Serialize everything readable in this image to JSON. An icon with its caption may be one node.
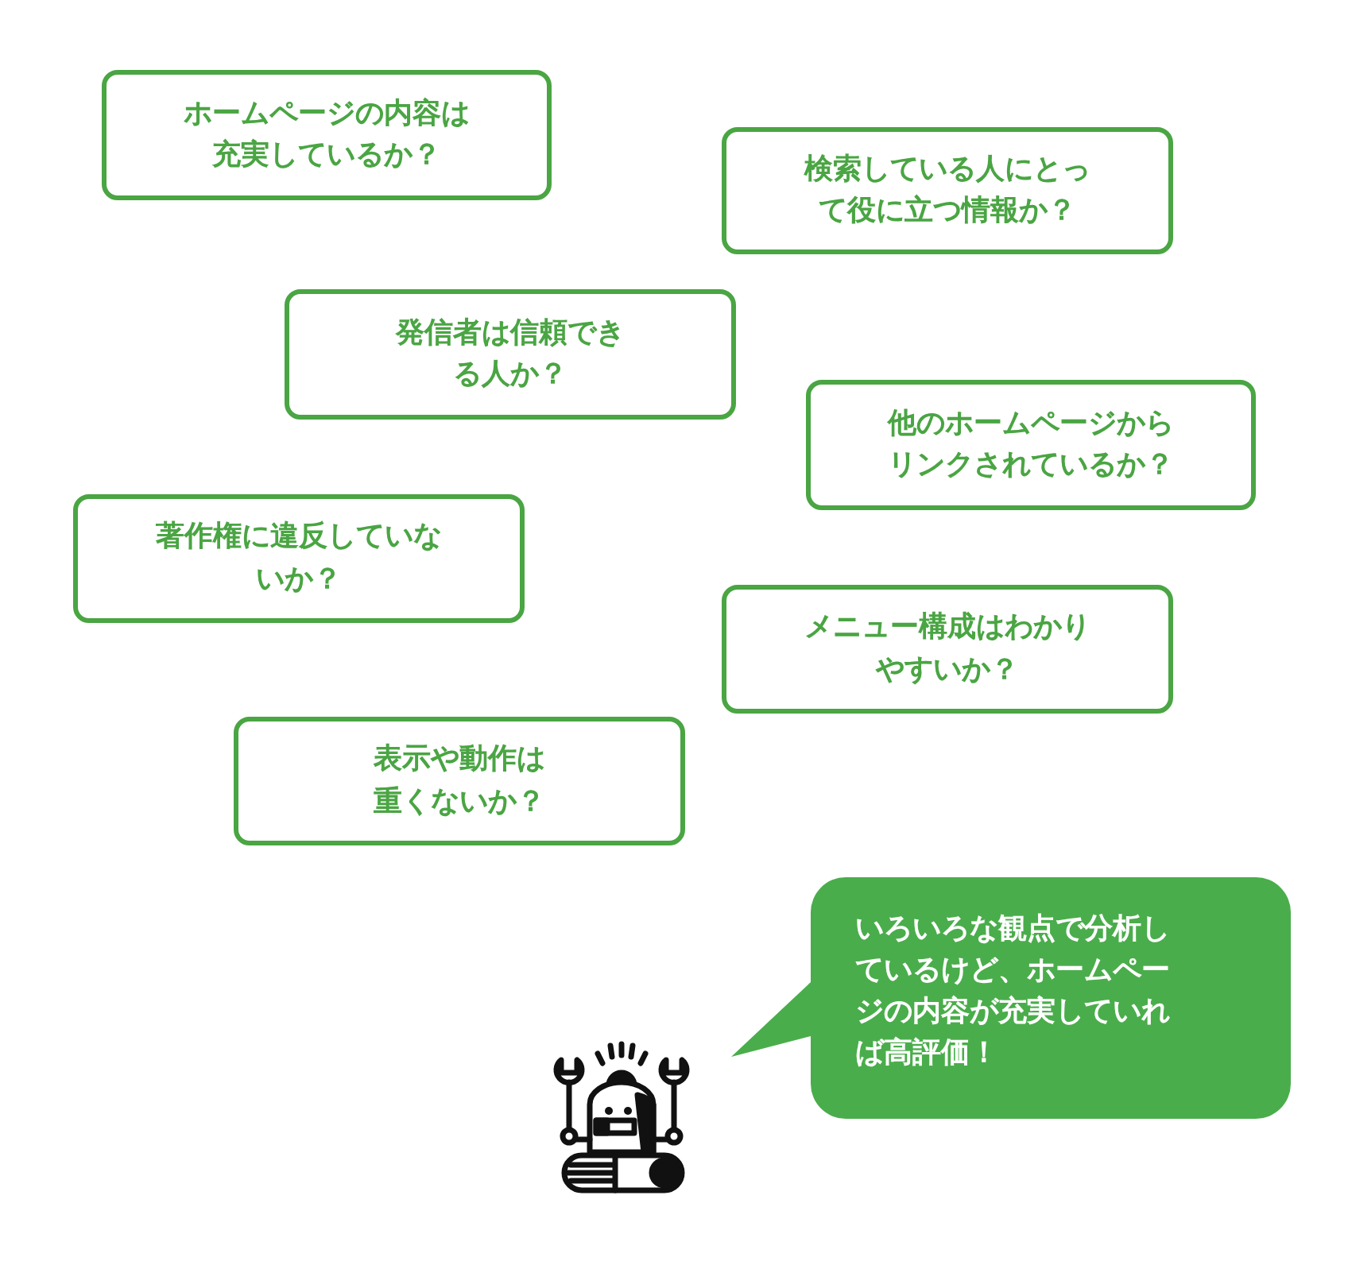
{
  "diagram": {
    "nodes": [
      {
        "text": [
          "ホームページの内容は充実しているか？"
        ]
      },
      {
        "text": [
          "検索している人にとって役に立つ情報か？"
        ]
      },
      {
        "text": [
          "発信者は信頼できる人か？"
        ]
      },
      {
        "text": [
          "他のホームページからリンクされているか？"
        ]
      },
      {
        "text": [
          "著作権に違反していないか？"
        ]
      },
      {
        "text": [
          "メニュー構成はわかりやすいか？"
        ]
      },
      {
        "text": [
          "表示や動作は重くないか？"
        ]
      },
      {
        "text": [
          "いろいろな観点で分析しているけど、ホームページの内容が充実していれば高評価！"
        ]
      }
    ]
  }
}
